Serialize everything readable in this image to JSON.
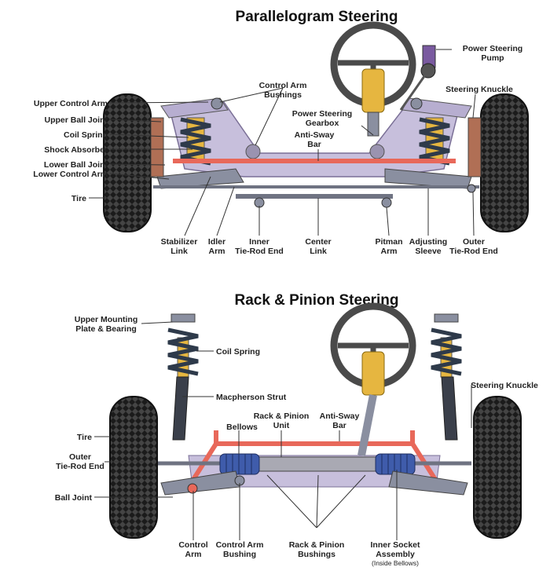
{
  "top": {
    "title": "Parallelogram Steering",
    "labels": {
      "upper_control_arm": "Upper Control Arm",
      "upper_ball_joint": "Upper Ball Joint",
      "coil_spring": "Coil Spring",
      "shock_absorber": "Shock Absorber",
      "lower_ball_joint": "Lower Ball Joint",
      "lower_control_arm": "Lower Control Arm",
      "tire": "Tire",
      "control_arm_bushings": [
        "Control Arm",
        "Bushings"
      ],
      "power_steering_pump": [
        "Power Steering",
        "Pump"
      ],
      "steering_knuckle": "Steering Knuckle",
      "power_steering_gearbox": [
        "Power Steering",
        "Gearbox"
      ],
      "anti_sway_bar": [
        "Anti-Sway",
        "Bar"
      ],
      "stabilizer_link": [
        "Stabilizer",
        "Link"
      ],
      "idler_arm": [
        "Idler",
        "Arm"
      ],
      "inner_tie_rod_end": [
        "Inner",
        "Tie-Rod End"
      ],
      "center_link": [
        "Center",
        "Link"
      ],
      "pitman_arm": [
        "Pitman",
        "Arm"
      ],
      "adjusting_sleeve": [
        "Adjusting",
        "Sleeve"
      ],
      "outer_tie_rod_end": [
        "Outer",
        "Tie-Rod End"
      ]
    }
  },
  "bottom": {
    "title": "Rack & Pinion Steering",
    "labels": {
      "upper_mounting_plate": [
        "Upper Mounting",
        "Plate & Bearing"
      ],
      "coil_spring": "Coil Spring",
      "macpherson_strut": "Macpherson Strut",
      "steering_knuckle": "Steering Knuckle",
      "bellows": "Bellows",
      "rack_pinion_unit": [
        "Rack & Pinion",
        "Unit"
      ],
      "anti_sway_bar": [
        "Anti-Sway",
        "Bar"
      ],
      "tire": "Tire",
      "outer_tie_rod_end": [
        "Outer",
        "Tie-Rod End"
      ],
      "ball_joint": "Ball Joint",
      "control_arm": [
        "Control",
        "Arm"
      ],
      "control_arm_bushing": [
        "Control Arm",
        "Bushing"
      ],
      "rack_pinion_bushings": [
        "Rack & Pinion",
        "Bushings"
      ],
      "inner_socket_assembly": [
        "Inner Socket",
        "Assembly"
      ],
      "inner_socket_note": "(Inside Bellows)"
    }
  },
  "colors": {
    "frame": "#c7bfdc",
    "steel": "#8a8fa0",
    "red_bar": "#e8685a",
    "column": "#e6b640",
    "bellows": "#3f5cab",
    "tire": "#1b1b1b",
    "spring": "#2e3a4a"
  }
}
